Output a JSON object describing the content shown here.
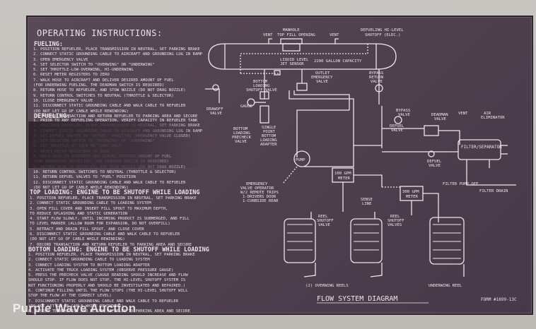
{
  "title": "OPERATING INSTRUCTIONS:",
  "fueling": {
    "heading": "FUELING:",
    "steps": [
      "1.  POSITION REFUELER, PLACE TRANSMISSION IN NEUTRAL, SET PARKING BRAKE",
      "2.  CONNECT STATIC GROUNDING CABLE TO AIRCRAFT AND GROUNDING LUG IN RAMP",
      "3.  OPEN EMERGENCY VALVE",
      "4.  SET SELECTOR SWITCH TO \"OVERWING\" OR \"UNDERWING\"",
      "5.  SET THROTTLE-LOW-OVERWING, HI-UNDERWING",
      "6.  RESET METER REGISTERS TO ZERO",
      "7.  WALK HOSE TO AIRCRAFT AND DELIVER DESIRED AMOUNT OF FUEL",
      "    (FOR UNDERWING FUELING, THE DEADMAN SWITCH IS REQUIRED)",
      "8.  RETURN HOSE TO REFUELER, AND STOW NOZZLE (DO NOT DRAG NOZZLE)",
      "9.  RETURN CONTROL SWITCHES TO NEUTRAL (THROTTLE & SELECTOR)",
      "10. CLOSE EMERGENCY VALVE",
      "11. DISCONNECT STATIC GROUNDING CABLE AND WALK CABLE TO REFUELER",
      "    (DO NOT LET GO OF CABLE WHILE REWINDING)",
      "12. RECORD TRANSACTION AND RETURN REFUELER TO PARKING AREA AND SECURE"
    ]
  },
  "defueling": {
    "heading": "DEFUELING:",
    "steps": [
      "1.  PRIOR TO ANY DEFUELING OPERATION, VERIFY CAPACITY IN REFUELER TANK",
      "2.  POSITION REFUELER, PLACE TRANSMISSION IN NEUTRAL, SET PARKING BRAKE",
      "3.  CONNECT STATIC GROUNDING CABLE TO AIRCRAFT AND GROUNDING LUG IN RAMP",
      "4.  SET DEFUEL VALVES TO \"DEFUEL\" POSITION (EMERGENCY VALVE CLOSED)",
      "5.  SET SELECTOR SWITCH TO \"OVERWING\" OR \"UNDERWING\"",
      "6.  SET THROTTLE AT IDLE OR \"LOW\" ONLY",
      "7.  RESET METER REGISTERS TO ZERO",
      "8.  WALK HOSE TO AIRCRAFT AND DEFUEL DESIRED AMOUNT OF FUEL",
      "    (FOR UNDERWING DEFUELING, THE DEADMAN SWITCH IS REQUIRED)",
      "9.  RETURN HOSE TO REFUELER, AND STOW NOZZLE (DO NOT DRAG NOZZLE)",
      "10. RETURN CONTROL SWITCHES TO NEUTRAL (THROTTLE & SELECTOR)",
      "11. RETURN DEFUEL VALVES TO \"FUEL\" POSITION",
      "12. DISCONNECT STATIC GROUNDING CABLE AND WALK CABLE TO REFUELER",
      "    (DO NOT LET GO OF CABLE WHILE REWINDING)"
    ]
  },
  "top_loading": {
    "heading": "TOP LOADING: ENGINE TO BE SHUTOFF WHILE LOADING",
    "steps": [
      "1.  POSITION REFUELER, PLACE TRANSMISSION IN NEUTRAL, SET PARKING BRAKE",
      "2.  CONNECT STATIC GROUNDING CABLE TO LOADING SYSTEM",
      "3.  OPEN FILL COVER AND INSERT FILL SPOUT TO MAXIMUM DEPTH,",
      "    TO REDUCE SPLASHING AND STATIC GENERATION",
      "4.  START FLOW SLOWLY, UNTIL INCOMING PRODUCT IS SUBMERGED, AND FILL",
      "    TO LEVEL MARKER (ALLOW ROOM FOR EXPANSION, DO NOT OVERFILL)",
      "5.  RETRACT AND DRAIN FILL SPOUT, AND CLOSE COVER",
      "6.  DISCONNECT STATIC GROUNDING CABLE AND WALK CABLE TO REFUELER",
      "    (DO NOT LET GO OF CABLE WHILE REWINDING)",
      "7.  RECORD TRANSACTION AND RETURN REFUELER TO PARKING AREA AND SECURE"
    ]
  },
  "bottom_loading": {
    "heading": "BOTTOM LOADING: ENGINE TO BE SHUTOFF WHILE LOADING",
    "steps": [
      "1.  POSITION REFUELER, PLACE TRANSMISSION IN NEUTRAL, SET PARKING BRAKE",
      "2.  CONNECT STATIC GROUNDING CABLE TO LOADING SYSTEM",
      "3.  CONNECT LOADING SYSTEM TO BOTTOM LOADING ADAPTER",
      "4.  ACTIVATE THE TRUCK LOADING SYSTEM (OBSERVE PRESSURE GAUGE)",
      "5.  PRESS THE PRECHECK VALVE (GAUGE READING SHOULD INCREASE AND FLOW",
      "    SHOULD STOP. IF FLOW DOES NOT STOP, THE HI-LEVEL SHUTOFF SYSTEM IS",
      "    NOT FUNCTIONING PROPERLY AND SHOULD BE INVESTIGATED AND REPAIRED.)",
      "6.  CONTINUE FILLING UNTIL THE FLOW STOPS (THE HI-LEVEL SHUTOFF WILL",
      "    STOP THE FLOW AT THE CORRECT LEVEL)",
      "7.  DISCONNECT STATIC GROUNDING CABLE AND WALK CABLE TO REFUELER",
      "    (DO NOT LET GO OF CABLE WHILE REWINDING)",
      "8.  RECORD TRANSACTION AND RETURN REFUELER TO PARKING AREA AND SECURE"
    ]
  },
  "diagram": {
    "title": "FLOW SYSTEM DIAGRAM",
    "form": "FORM #1699-13C",
    "labels": {
      "vent1": "VENT",
      "manhole": "MANHOLE",
      "top_fill": "TOP FILL OPENING",
      "vent2": "VENT",
      "defueling_shutoff1": "DEFUELING HI-LEVEL",
      "defueling_shutoff2": "SHUTOFF (ELEC.)",
      "liquid_level1": "LIQUID LEVEL",
      "liquid_level2": "JET SENSOR",
      "capacity": "2200 GALLON CAPACITY",
      "outlet_emerg1": "OUTLET",
      "outlet_emerg2": "EMERGENCY",
      "outlet_emerg3": "VALVE",
      "bypass_return1": "BYPASS",
      "bypass_return2": "RETURN",
      "bypass_return3": "VALVE",
      "bottom_shutoff1": "BOTTOM",
      "bottom_shutoff2": "LOADING",
      "bottom_shutoff3": "SHUTOFF VALVE",
      "draw1": "DRAWOFF",
      "draw2": "VALVE",
      "gauge": "GAUGE",
      "bypass_valve1": "BYPASS",
      "bypass_valve2": "VALVE",
      "deadman1": "DEADMAN",
      "deadman2": "VALVE",
      "vent3": "VENT",
      "air_elim1": "AIR",
      "air_elim2": "ELIMINATOR",
      "defuel_valve1": "DEFUEL",
      "defuel_valve2": "VALVE",
      "bottom_precheck1": "BOTTOM",
      "bottom_precheck2": "LOADING",
      "bottom_precheck3": "PRECHECK",
      "bottom_precheck4": "VALVE",
      "single_point1": "SINGLE",
      "single_point2": "POINT",
      "single_point3": "BOTTOM",
      "single_point4": "LOADING",
      "single_point5": "ADAPTER",
      "filter": "FILTER/SEPARATOR",
      "pump": "PUMP",
      "defuel_valve3": "DEFUEL",
      "defuel_valve4": "VALVE",
      "meter100a": "100 GPM",
      "meter100b": "METER",
      "filter_pump_off": "FILTER PUMP OFF",
      "filter_drain": "FILTER DRAIN",
      "emergency1": "EMERGENCY",
      "emergency2": "VALVE OPERATOR",
      "emergency3": "W/2 REMOTE TRIPS",
      "emergency4": "1-DRIVERS DOOR",
      "emergency5": "1-CURBSIDE REAR",
      "sense1": "SENSE",
      "sense2": "LINE",
      "meter300a": "300 GPM",
      "meter300b": "METER",
      "reel_shutoff1": "REEL",
      "reel_shutoff2": "SHUTOFF",
      "reel_shutoff3": "VALVE",
      "reel_shutoff4": "REEL",
      "reel_shutoff5": "SHUTOFF",
      "reel_shutoff6": "VALVES",
      "overwing": "(2) OVERWING REELS",
      "underwing": "UNDERWING REEL"
    }
  },
  "watermark": "Purple Wave Auction",
  "colors": {
    "plate": "#4f404d",
    "ink": "#ece6eb",
    "background": "#bdbab5"
  }
}
